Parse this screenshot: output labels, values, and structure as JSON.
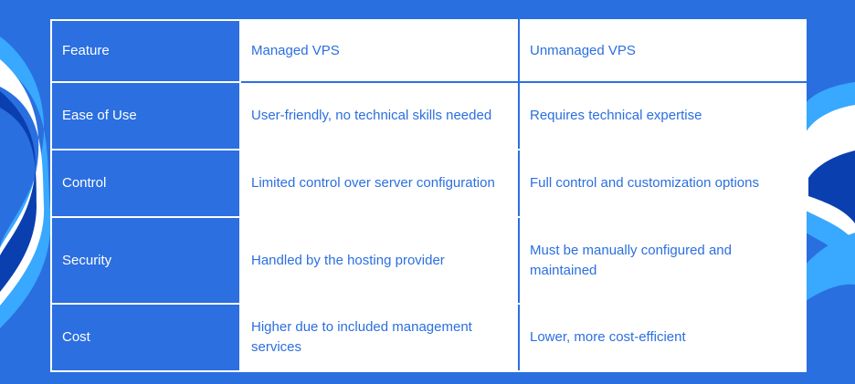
{
  "colors": {
    "background": "#2a6fdf",
    "accent_blue": "#2b6fe0",
    "wave_light_blue": "#39a8ff",
    "wave_dark_blue": "#0a3fb0",
    "wave_white": "#ffffff",
    "text_on_white": "#2b6fe0",
    "text_on_blue": "#ffffff"
  },
  "table": {
    "headers": [
      "Feature",
      "Managed VPS",
      "Unmanaged VPS"
    ],
    "rows": [
      {
        "feature": "Ease of Use",
        "managed": "User-friendly, no technical skills needed",
        "unmanaged": "Requires technical expertise"
      },
      {
        "feature": "Control",
        "managed": "Limited control over server configuration",
        "unmanaged": "Full control and customization options"
      },
      {
        "feature": "Security",
        "managed": "Handled by the hosting provider",
        "unmanaged": "Must be manually configured and maintained"
      },
      {
        "feature": "Cost",
        "managed": "Higher due to included management services",
        "unmanaged": "Lower, more cost-efficient"
      }
    ]
  }
}
